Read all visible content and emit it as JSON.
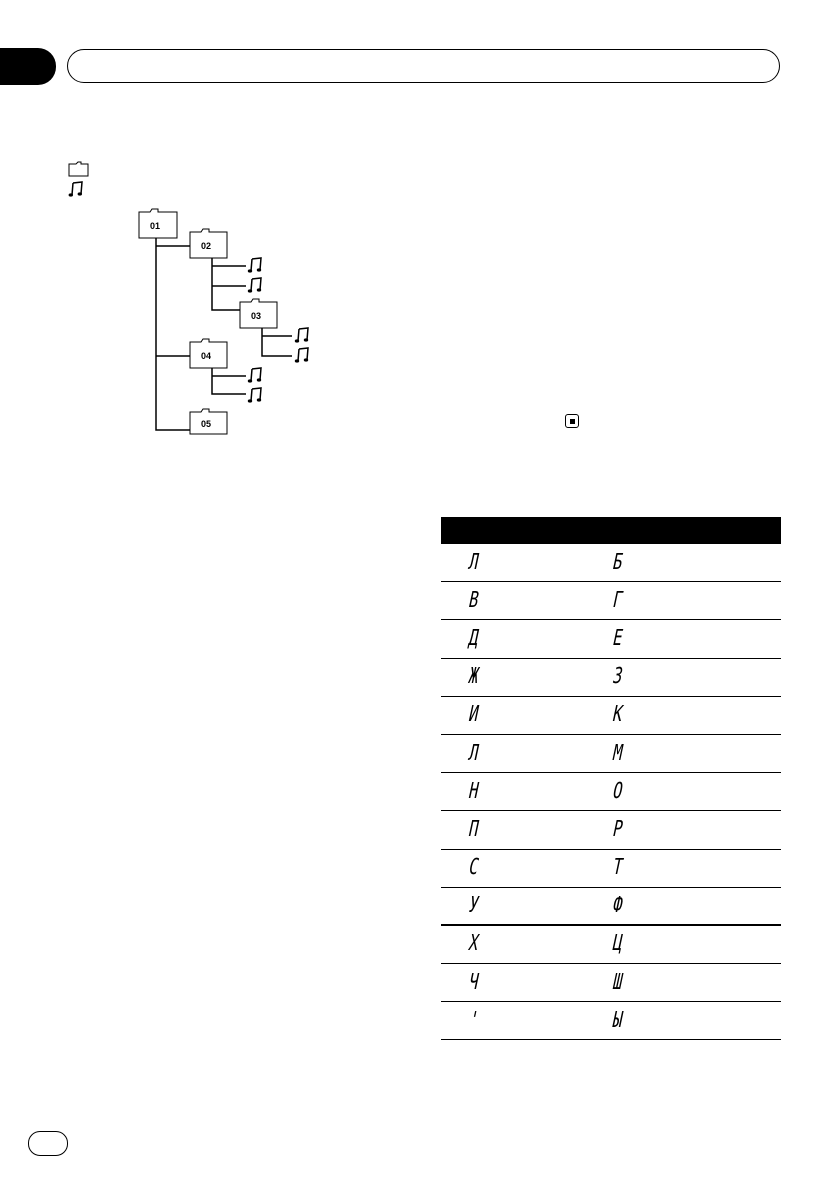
{
  "tree": {
    "folders": [
      "01",
      "02",
      "03",
      "04",
      "05"
    ]
  },
  "character_table": {
    "rows": [
      [
        "Л",
        "Б"
      ],
      [
        "В",
        "Г"
      ],
      [
        "Д",
        "Е"
      ],
      [
        "Ж",
        "З"
      ],
      [
        "И",
        "К"
      ],
      [
        "Л",
        "М"
      ],
      [
        "Н",
        "О"
      ],
      [
        "П",
        "Р"
      ],
      [
        "С",
        "Т"
      ],
      [
        "У",
        "Ф"
      ],
      [
        "Х",
        "Ц"
      ],
      [
        "Ч",
        "Ш"
      ],
      [
        "'",
        "Ы"
      ]
    ]
  }
}
